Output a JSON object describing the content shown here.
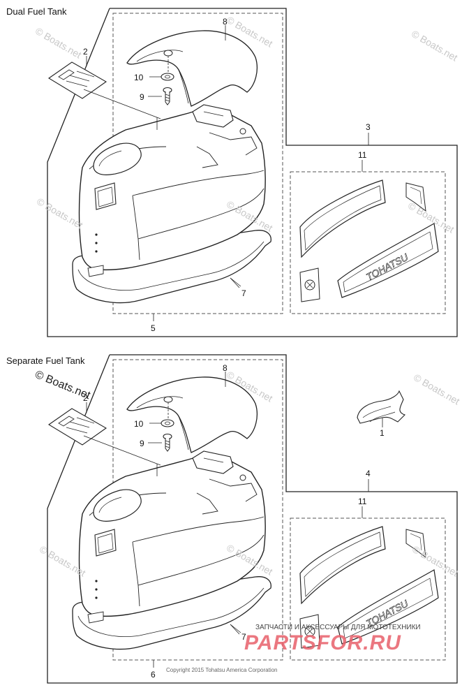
{
  "sections": [
    {
      "title": "Dual Fuel Tank",
      "callouts": {
        "decal_sheet": "2",
        "top_cover": "8",
        "washer": "10",
        "screw": "9",
        "cowling_assy": "5",
        "seal": "7",
        "kit": "3",
        "decal_set": "11"
      }
    },
    {
      "title": "Separate Fuel Tank",
      "callouts": {
        "decal_sheet": "2",
        "top_cover": "8",
        "washer": "10",
        "screw": "9",
        "cowling_assy": "6",
        "seal": "7",
        "kit": "4",
        "decal_set": "11",
        "side_emblem": "1"
      }
    }
  ],
  "brand_text": "TOHATSU",
  "watermarks": {
    "faint": "© Boats.net",
    "bold": "© Boats.net",
    "ru_banner": "ЗАПЧАСТИ И АКСЕССУАРЫ ДЛЯ МОТОТЕХНИКИ",
    "ru_logo": "PARTSFOR.RU",
    "copyright": "Copyright 2015 Tohatsu America Corporation"
  },
  "colors": {
    "line": "#222222",
    "dash": "#555555",
    "watermark": "#c8c8c8",
    "logo": "#e8606a"
  }
}
